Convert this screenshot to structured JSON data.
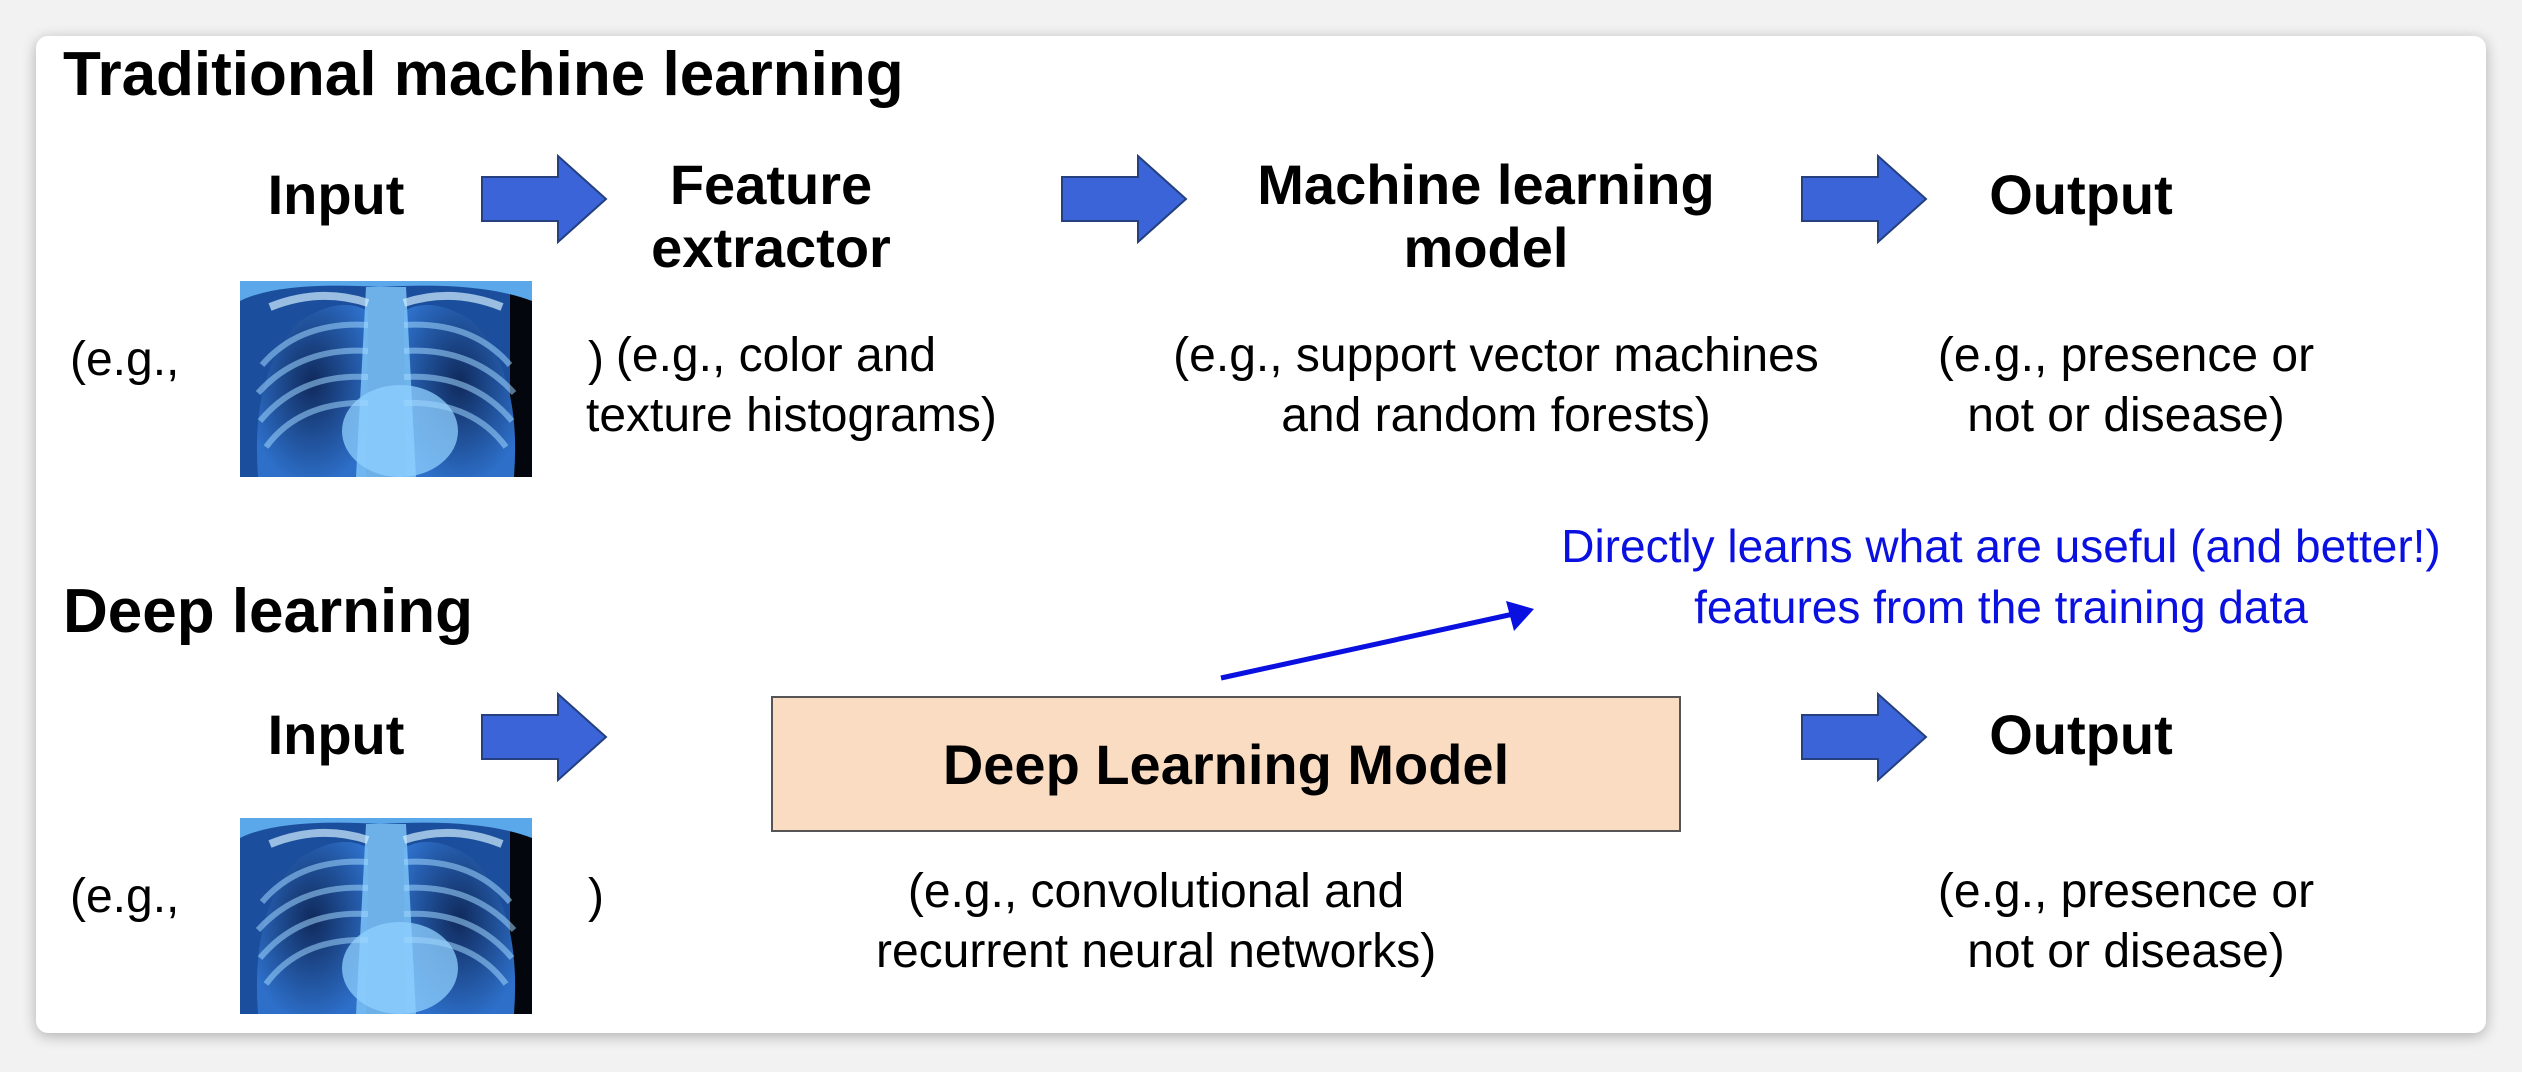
{
  "traditional": {
    "title": "Traditional machine learning",
    "input_label": "Input",
    "eg_prefix": "(e.g.,",
    "eg_suffix": ")",
    "feature_extractor_line1": "Feature",
    "feature_extractor_line2": "extractor",
    "feature_desc_line1": "(e.g., color and",
    "feature_desc_line2": "texture histograms)",
    "model_line1": "Machine learning",
    "model_line2": "model",
    "model_desc_line1": "(e.g., support vector machines",
    "model_desc_line2": "and random forests)",
    "output_label": "Output",
    "output_desc_line1": "(e.g., presence or",
    "output_desc_line2": "not or disease)"
  },
  "deep": {
    "title": "Deep learning",
    "input_label": "Input",
    "eg_prefix": "(e.g.,",
    "eg_suffix": ")",
    "model_label": "Deep Learning Model",
    "model_desc_line1": "(e.g., convolutional and",
    "model_desc_line2": "recurrent neural networks)",
    "output_label": "Output",
    "output_desc_line1": "(e.g., presence or",
    "output_desc_line2": "not or disease)",
    "annotation_line1": "Directly learns what are useful (and better!)",
    "annotation_line2": "features from the training data"
  },
  "colors": {
    "arrow_fill": "#3a64d8",
    "arrow_stroke": "#24407f",
    "model_box_fill": "#f9dcc2",
    "annotation": "#0a10e0"
  },
  "icons": {
    "flow_arrow": "right-block-arrow-icon",
    "xray": "chest-xray-image"
  }
}
